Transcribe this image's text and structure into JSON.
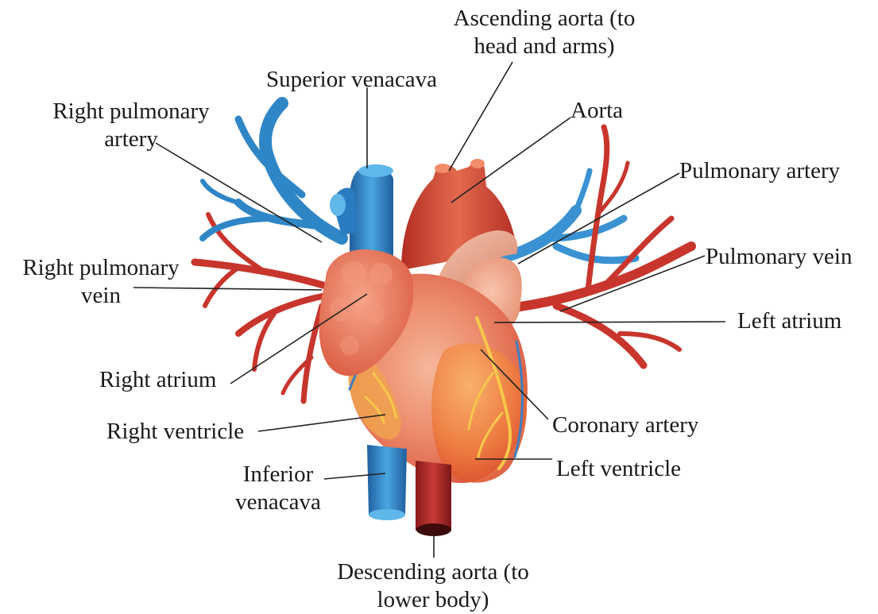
{
  "labels": {
    "ascending_aorta": [
      "Ascending aorta (to",
      "head and arms)"
    ],
    "superior_venacava": "Superior venacava",
    "aorta": "Aorta",
    "right_pulmonary_artery": [
      "Right pulmonary",
      "artery"
    ],
    "pulmonary_artery": "Pulmonary artery",
    "right_pulmonary_vein": [
      "Right pulmonary",
      "vein"
    ],
    "pulmonary_vein": "Pulmonary vein",
    "left_atrium": "Left atrium",
    "right_atrium": "Right atrium",
    "coronary_artery": "Coronary artery",
    "right_ventricle": "Right ventricle",
    "left_ventricle": "Left ventricle",
    "inferior_venacava": [
      "Inferior",
      "venacava"
    ],
    "descending_aorta": [
      "Descending aorta (to",
      "lower body)"
    ]
  },
  "colors": {
    "label_text": "#1a1a1a",
    "leader_line": "#222222",
    "vein_blue": "#2f86c6",
    "artery_red": "#c8352c",
    "heart_tissue": "#e9725a",
    "coronary_yellow": "#f2b43a"
  }
}
